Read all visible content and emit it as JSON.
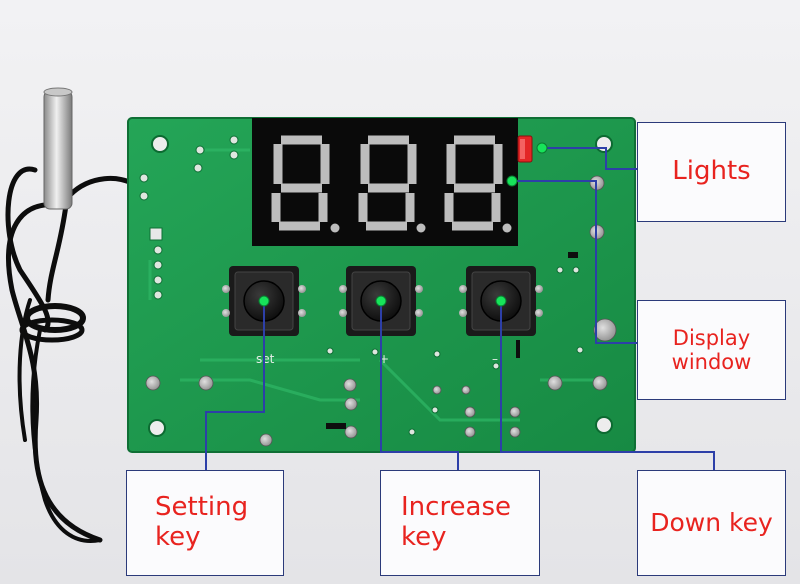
{
  "callouts": {
    "lights": "Lights",
    "display_window": {
      "line1": "Display",
      "line2": "window"
    },
    "setting_key": {
      "line1": "Setting",
      "line2": "key"
    },
    "increase_key": {
      "line1": "Increase",
      "line2": "key"
    },
    "down_key": "Down key"
  },
  "board": {
    "set_label": "set",
    "plus_label": "+",
    "minus_label": "–"
  },
  "colors": {
    "pcb_green": "#1c9a4d",
    "callout_text": "#e8231f",
    "leader_line": "#2d3fa8",
    "marker_dot": "#17e35a",
    "led_red": "#e32626"
  }
}
